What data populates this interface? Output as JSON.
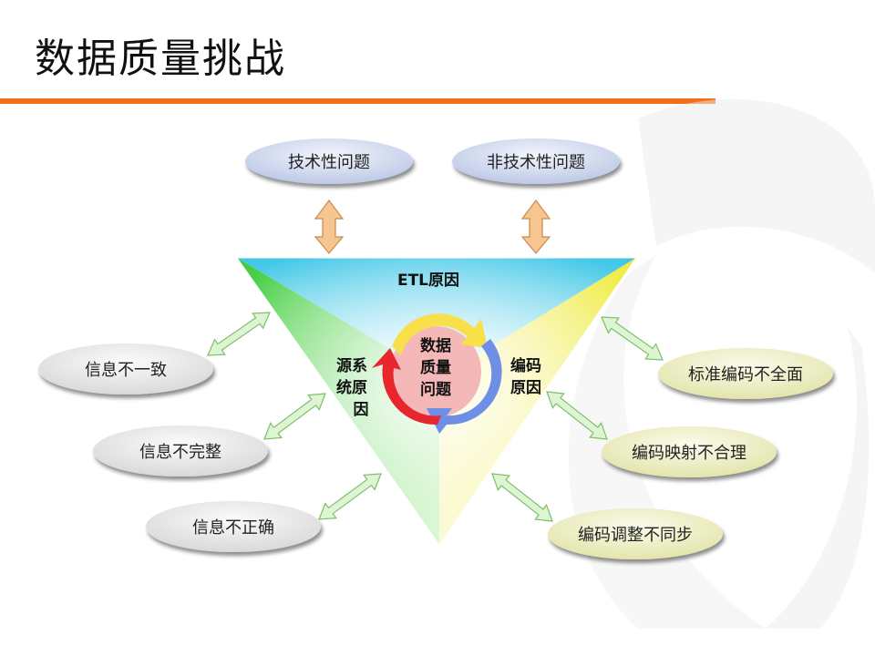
{
  "slide": {
    "title": "数据质量挑战"
  },
  "diagram": {
    "top_left_bubble": "技术性问题",
    "top_right_bubble": "非技术性问题",
    "triangle": {
      "top_label": "ETL原因",
      "left_label_lines": [
        "源系",
        "统原",
        "因"
      ],
      "right_label_lines": [
        "编码",
        "原因"
      ],
      "center_lines": [
        "数据",
        "质量",
        "问题"
      ]
    },
    "left_bubbles": [
      "信息不一致",
      "信息不完整",
      "信息不正确"
    ],
    "right_bubbles": [
      "标准编码不全面",
      "编码映射不合理",
      "编码调整不同步"
    ]
  },
  "colors": {
    "accent_rule": "#f36f1c",
    "bubble_blue": "#c9d3ea",
    "bubble_gray": "#e4e4e4",
    "bubble_yellow": "#eef0c4",
    "triangle_cyan": "#3fc8e6",
    "triangle_green": "#4fd14a",
    "triangle_yellow": "#f1ef48",
    "arrow_peach": "#f7c58f",
    "arrow_green": "#ddf5d2"
  }
}
